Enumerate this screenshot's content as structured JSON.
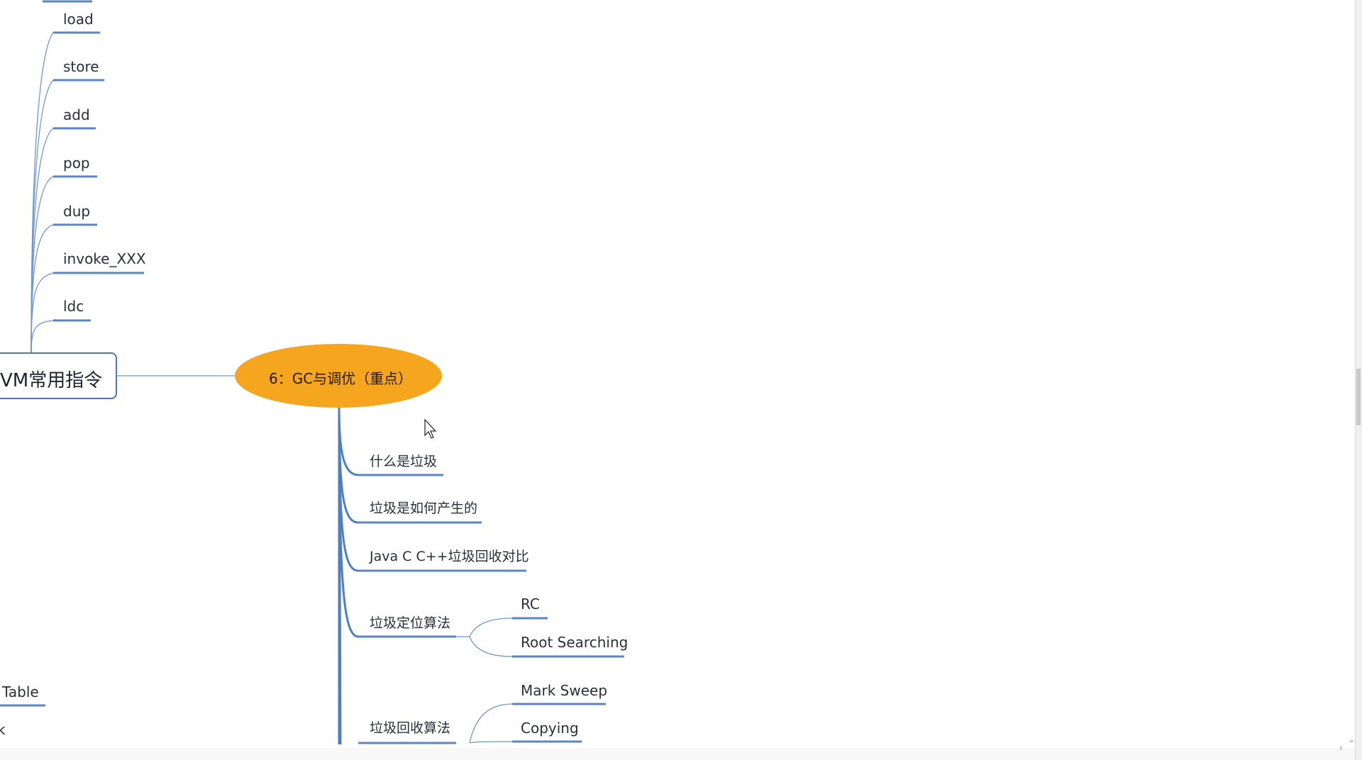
{
  "left_branch": {
    "items": [
      "load",
      "store",
      "add",
      "pop",
      "dup",
      "invoke_XXX",
      "ldc"
    ]
  },
  "topic_node": {
    "label": "VM常用指令"
  },
  "center_node": {
    "label": "6：GC与调优（重点）"
  },
  "gc_children": {
    "items": [
      "什么是垃圾",
      "垃圾是如何产生的",
      "Java C C++垃圾回收对比",
      "垃圾定位算法",
      "垃圾回收算法"
    ]
  },
  "locate_children": {
    "items": [
      "RC",
      "Root Searching"
    ]
  },
  "collect_children": {
    "items": [
      "Mark Sweep",
      "Copying"
    ]
  },
  "bottom_left": {
    "items": [
      "Table",
      "k"
    ]
  },
  "colors": {
    "line": "#5b86c6",
    "center": "#f5a61e",
    "box_border": "#4a78b8"
  }
}
